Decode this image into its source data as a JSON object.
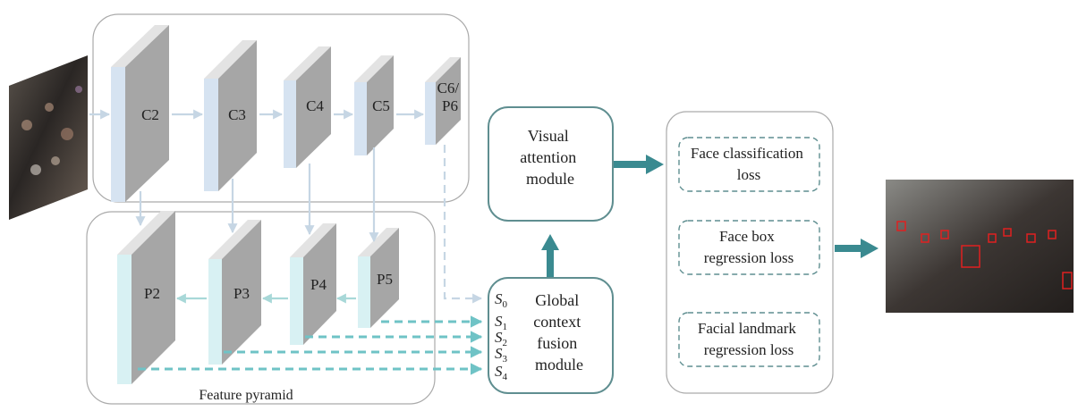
{
  "backbone": {
    "layers": [
      "C2",
      "C3",
      "C4",
      "C5",
      "C6/\nP6"
    ]
  },
  "pyramid": {
    "layers": [
      "P2",
      "P3",
      "P4",
      "P5"
    ],
    "caption": "Feature pyramid"
  },
  "attention": {
    "lines": [
      "Visual",
      "attention",
      "module"
    ]
  },
  "fusion": {
    "lines": [
      "Global",
      "context",
      "fusion",
      "module"
    ],
    "inputs": [
      {
        "s": "S",
        "sub": "0"
      },
      {
        "s": "S",
        "sub": "1"
      },
      {
        "s": "S",
        "sub": "2"
      },
      {
        "s": "S",
        "sub": "3"
      },
      {
        "s": "S",
        "sub": "4"
      }
    ]
  },
  "losses": [
    {
      "lines": [
        "Face classification",
        "loss"
      ]
    },
    {
      "lines": [
        "Face box",
        "regression loss"
      ]
    },
    {
      "lines": [
        "Facial landmark",
        "regression loss"
      ]
    }
  ],
  "colors": {
    "box_border": "#aaaaaa",
    "module_border": "#5f8e90",
    "teal_arrow": "#3a8a90",
    "dash_teal": "#6fc3c6",
    "light_arrow": "#c6d6e4",
    "dash_light": "#c6d6e4",
    "front_gray": "#a6a6a6",
    "backbone_side": "#d6e3f1",
    "pyramid_side": "#d8f1f3",
    "top_face": "#e3e3e3"
  }
}
